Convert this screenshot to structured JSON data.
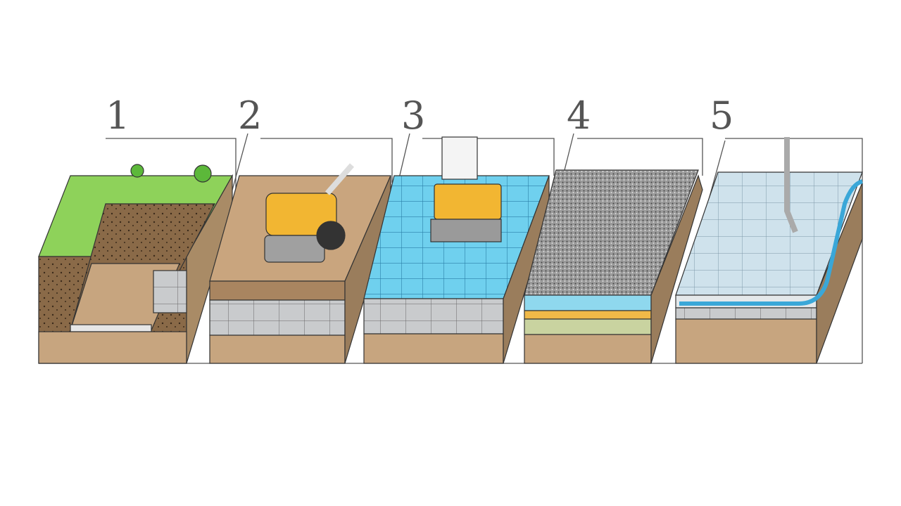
{
  "steps": [
    {
      "number": "1"
    },
    {
      "number": "2"
    },
    {
      "number": "3"
    },
    {
      "number": "4"
    },
    {
      "number": "5"
    }
  ],
  "colors": {
    "grass": "#8ed25a",
    "soil": "#c7a57f",
    "dark_soil": "#8a6a48",
    "block": "#c9cbcd",
    "water_tile": "#6fd0ee",
    "gravel": "#8c8c8c",
    "roller": "#f2b632",
    "panel5_tile": "#cfe2ec"
  }
}
